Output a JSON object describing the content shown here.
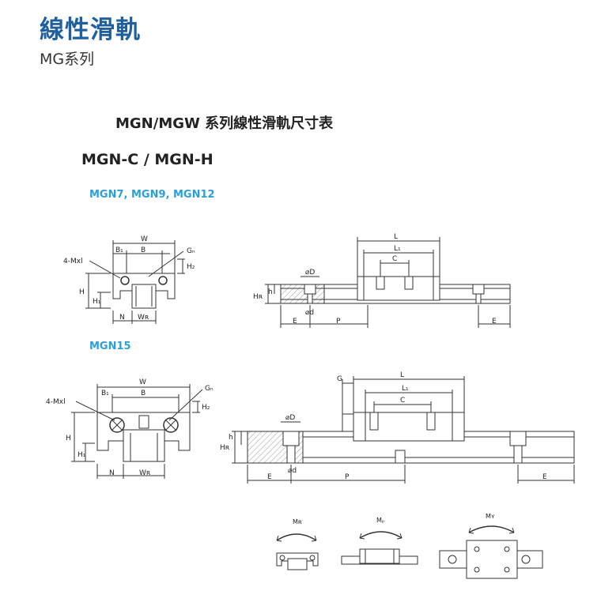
{
  "header": {
    "title": "線性滑軌",
    "series": "MG系列"
  },
  "table_title": "MGN/MGW 系列線性滑軌尺寸表",
  "variant_title": "MGN-C / MGN-H",
  "sections": [
    {
      "label": "MGN7, MGN9, MGN12",
      "labels": {
        "W": "W",
        "B1": "B₁",
        "B": "B",
        "G": "Gₙ",
        "mxl": "4-Mxl",
        "H2": "H₂",
        "H": "H",
        "H1": "H₁",
        "N": "N",
        "WR": "Wʀ",
        "L": "L",
        "L1": "L₁",
        "C": "C",
        "D": "⌀D",
        "h": "h",
        "HR": "Hʀ",
        "d": "⌀d",
        "E": "E",
        "P": "P"
      }
    },
    {
      "label": "MGN15",
      "labels": {
        "W": "W",
        "B1": "B₁",
        "B": "B",
        "G": "Gₙ",
        "mxl": "4-Mxl",
        "H2": "H₂",
        "H": "H",
        "H1": "H₁",
        "N": "N",
        "WR": "Wʀ",
        "G2": "G",
        "L": "L",
        "L1": "L₁",
        "C": "C",
        "D": "⌀D",
        "h": "h",
        "HR": "Hʀ",
        "d": "⌀d",
        "E": "E",
        "P": "P"
      }
    }
  ],
  "moments": [
    "Mʀ",
    "Mₚ",
    "Mʏ"
  ],
  "colors": {
    "title": "#1f5f9e",
    "section": "#2aa0d8",
    "hatch": "#bbbbbb"
  }
}
